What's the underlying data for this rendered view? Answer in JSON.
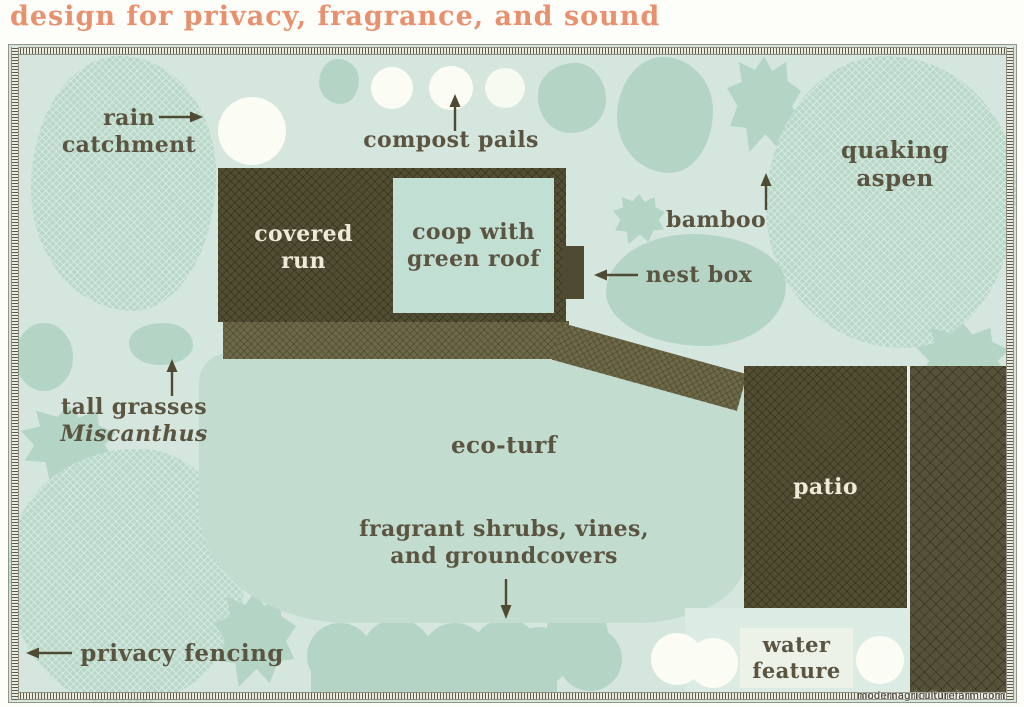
{
  "title": "design for privacy, fragrance, and sound",
  "watermark": "modernagriculturefarm.com",
  "colors": {
    "title_coral": "#e8916f",
    "plan_background": "#d5e6de",
    "foliage_teal": "#b4d5c6",
    "lawn_teal": "#c2dccf",
    "structure_olive": "#524e34",
    "path_olive": "#6c6848",
    "label_text": "#5a5440",
    "light_text": "#efead8"
  },
  "labels": {
    "rain": {
      "line1": "rain",
      "line2": "catchment"
    },
    "compost": "compost pails",
    "quaking": {
      "line1": "quaking",
      "line2": "aspen"
    },
    "bamboo": "bamboo",
    "covered_run": {
      "line1": "covered",
      "line2": "run"
    },
    "coop": {
      "line1": "coop with",
      "line2": "green roof"
    },
    "nest_box": "nest box",
    "tall_grasses": {
      "line1": "tall grasses",
      "line2": "Miscanthus"
    },
    "eco_turf": "eco-turf",
    "fragrant": {
      "line1": "fragrant shrubs, vines,",
      "line2": "and groundcovers"
    },
    "patio": "patio",
    "water": {
      "line1": "water",
      "line2": "feature"
    },
    "privacy": "privacy fencing"
  }
}
